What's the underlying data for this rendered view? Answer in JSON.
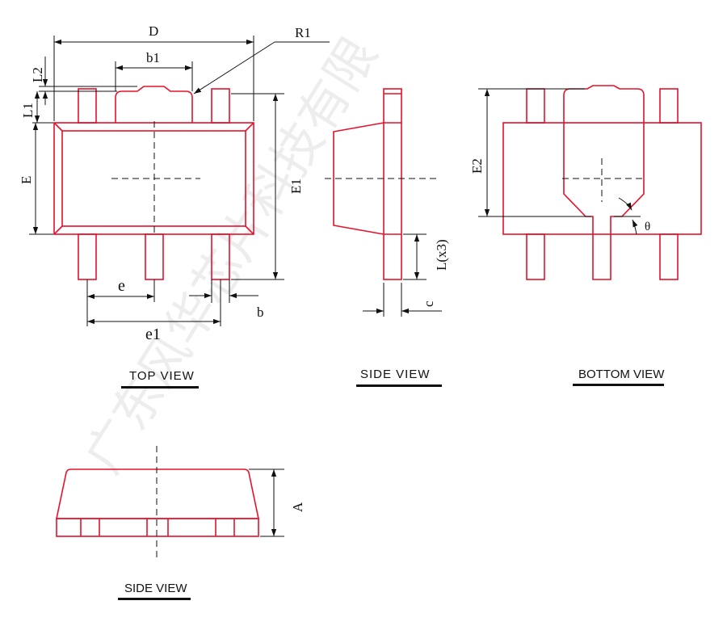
{
  "colors": {
    "outline": "#e8102a",
    "dimension": "#111111"
  },
  "views": {
    "top": "TOP  VIEW",
    "side_right": "SIDE  VIEW",
    "bottom": "BOTTOM VIEW",
    "side_front": "SIDE VIEW"
  },
  "dims": {
    "D": "D",
    "R1": "R1",
    "b1": "b1",
    "L2": "L2",
    "L1": "L1",
    "E": "E",
    "E1": "E1",
    "e": "e",
    "e1": "e1",
    "b": "b",
    "L": "L(x3)",
    "c": "c",
    "E2": "E2",
    "theta": "θ",
    "A": "A"
  },
  "watermark": "广东风华芯片科技有限"
}
